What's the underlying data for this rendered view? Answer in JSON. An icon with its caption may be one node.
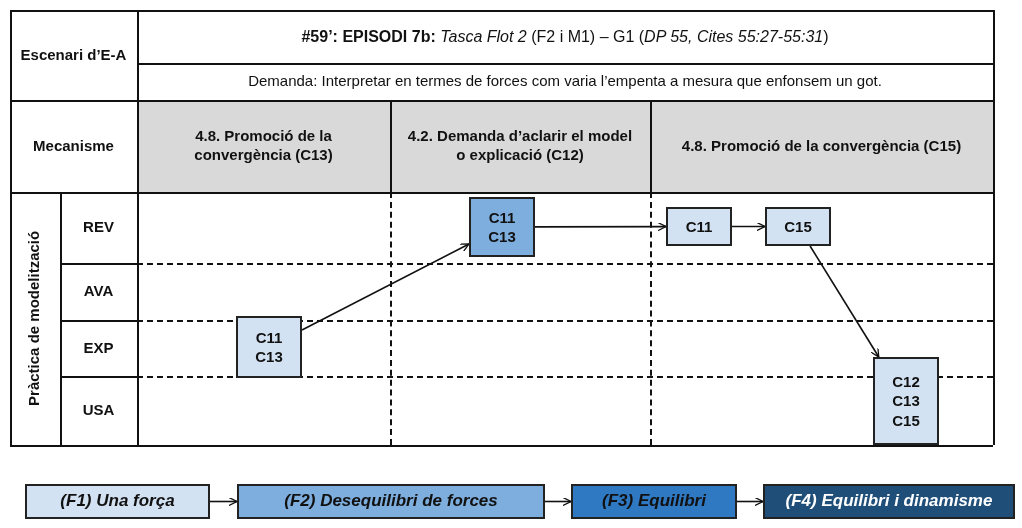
{
  "diagram": {
    "nodes": [
      {
        "text": [
          "C11",
          "C13"
        ]
      },
      {
        "text": [
          "C11",
          "C13"
        ]
      },
      {
        "text": [
          "C11"
        ]
      },
      {
        "text": [
          "C15"
        ]
      },
      {
        "text": [
          "C12",
          "C13",
          "C15"
        ]
      },
      {
        "text": [
          "(F1) Una força"
        ]
      },
      {
        "text": [
          "(F2) Desequilibri de forces"
        ]
      },
      {
        "text": [
          "(F3) Equilibri"
        ]
      },
      {
        "text": [
          "(F4) Equilibri i dinamisme"
        ]
      }
    ],
    "edges": [
      {
        "from": 0,
        "to": 1,
        "arrow": "to"
      },
      {
        "from": 1,
        "to": 2,
        "arrow": "to"
      },
      {
        "from": 2,
        "to": 3,
        "arrow": "to"
      },
      {
        "from": 3,
        "to": 4,
        "arrow": "to"
      },
      {
        "from": 5,
        "to": 6,
        "arrow": "to"
      },
      {
        "from": 6,
        "to": 7,
        "arrow": "to"
      },
      {
        "from": 7,
        "to": 8,
        "arrow": "to"
      }
    ],
    "labels": [
      "Escenari d’E-A",
      "**#59’: EPISODI 7b:** *Tasca Flot 2* (F2 i M1) – G1 (*DP 55, Cites 55:27-55:31*)",
      "Demanda: Interpretar en termes de forces com varia l’empenta a mesura que enfonsem un got.",
      "Mecanisme",
      "4.8. Promoció de la convergència (C13)",
      "4.2. Demanda d’aclarir el model o explicació (C12)",
      "4.8. Promoció de la convergència (C15)",
      "Pràctica de modelització",
      "REV",
      "AVA",
      "EXP",
      "USA"
    ]
  }
}
